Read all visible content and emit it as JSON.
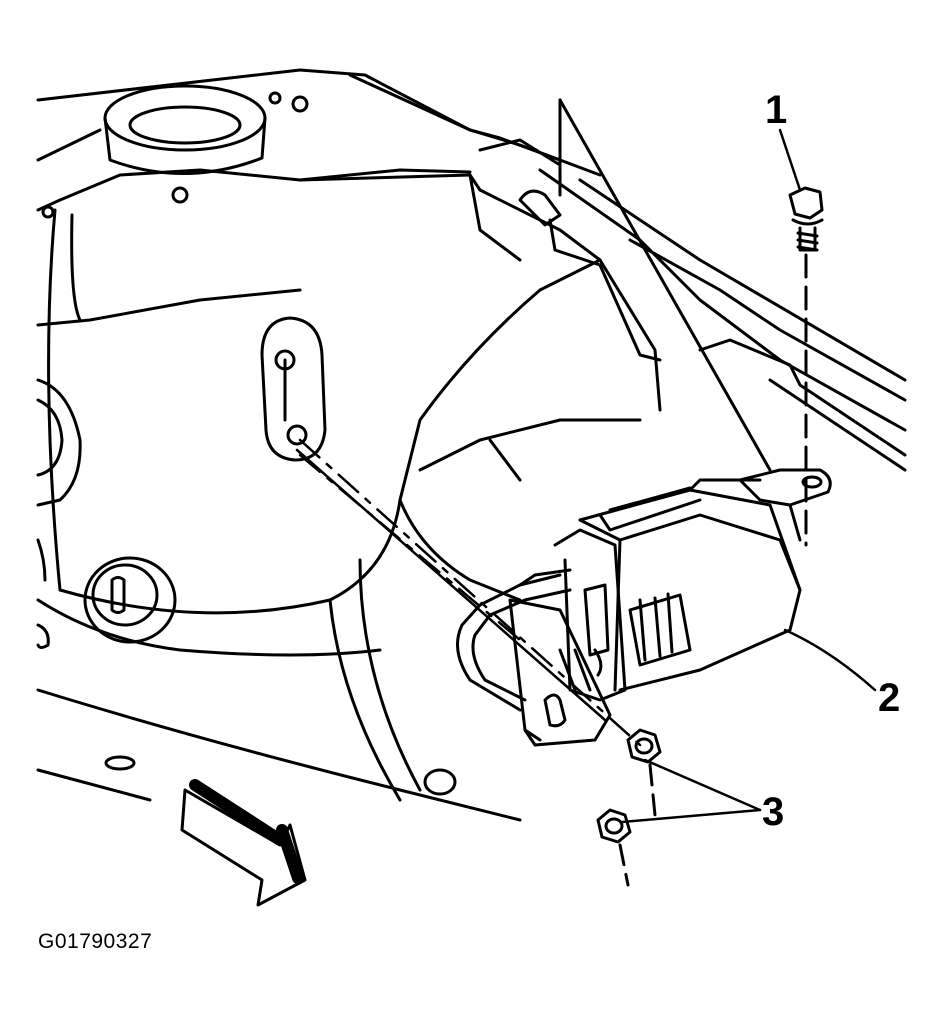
{
  "callouts": {
    "c1": "1",
    "c2": "2",
    "c3": "3"
  },
  "figure_id": "G01790327",
  "colors": {
    "ink": "#000000",
    "paper": "#ffffff"
  }
}
